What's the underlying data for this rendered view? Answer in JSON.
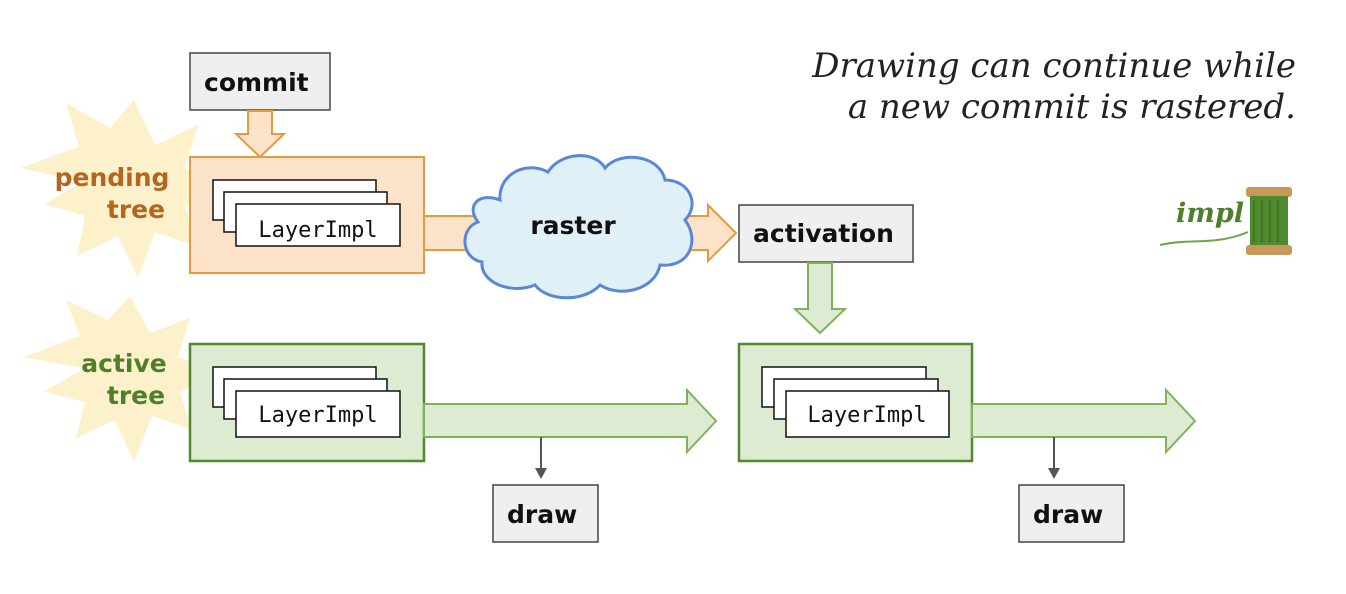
{
  "caption": {
    "line1": "Drawing can continue while",
    "line2": "a new commit is rastered."
  },
  "labels": {
    "commit": "commit",
    "raster": "raster",
    "activation": "activation",
    "draw_left": "draw",
    "draw_right": "draw",
    "impl": "impl"
  },
  "pending_tree": {
    "line1": "pending",
    "line2": "tree",
    "layer_label": "LayerImpl"
  },
  "active_tree": {
    "line1": "active",
    "line2": "tree",
    "layer_label": "LayerImpl"
  },
  "new_active_tree": {
    "layer_label": "LayerImpl"
  },
  "colors": {
    "orange_stroke": "#e69a3c",
    "orange_fill": "#fbe2c9",
    "orange_text": "#b5651d",
    "green_stroke": "#4f8a2f",
    "green_fill": "#dcebd2",
    "green_arrow_stroke": "#7fb35b",
    "green_text": "#4f7f2a",
    "starburst_fill": "#fdf1cc",
    "cloud_fill": "#dff1f6",
    "cloud_stroke": "#5b87d6",
    "box_fill": "#efefef",
    "box_stroke": "#444444"
  },
  "icons": [
    "starburst-icon",
    "cloud-icon",
    "spool-icon"
  ]
}
